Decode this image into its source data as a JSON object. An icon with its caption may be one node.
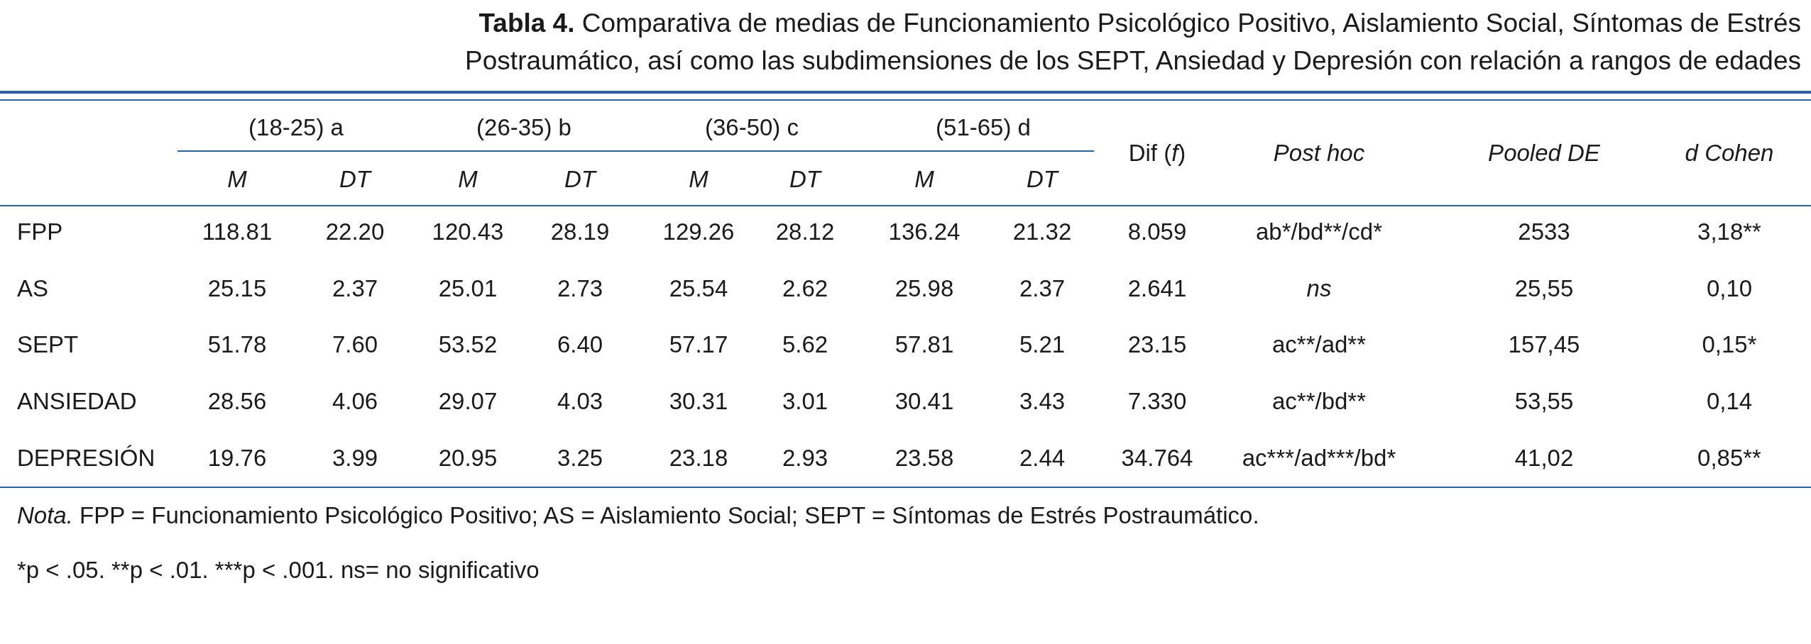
{
  "diagram": {
    "title": "**Tabla 4.** Comparativa de medias de Funcionamiento Psicológico Positivo, Aislamiento Social, Síntomas de Estrés Postraumático, así como las subdimensiones de los SEPT, Ansiedad y Depresión con relación a rangos de edades",
    "labels": [
      "(18-25) a",
      "(26-35) b",
      "(36-50) c",
      "(51-65) d",
      "Dif (*f*)",
      "Post hoc",
      "Pooled DE",
      "d Cohen",
      "M",
      "DT",
      "M",
      "DT",
      "M",
      "DT",
      "M",
      "DT",
      "FPP",
      "118.81",
      "22.20",
      "120.43",
      "28.19",
      "129.26",
      "28.12",
      "136.24",
      "21.32",
      "8.059",
      "ab*/bd**/cd*",
      "2533",
      "3,18**",
      "AS",
      "25.15",
      "2.37",
      "25.01",
      "2.73",
      "25.54",
      "2.62",
      "25.98",
      "2.37",
      "2.641",
      "ns",
      "25,55",
      "0,10",
      "SEPT",
      "51.78",
      "7.60",
      "53.52",
      "6.40",
      "57.17",
      "5.62",
      "57.81",
      "5.21",
      "23.15",
      "ac**/ad**",
      "157,45",
      "0,15*",
      "ANSIEDAD",
      "28.56",
      "4.06",
      "29.07",
      "4.03",
      "30.31",
      "3.01",
      "30.41",
      "3.43",
      "7.330",
      "ac**/bd**",
      "53,55",
      "0,14",
      "DEPRESIÓN",
      "19.76",
      "3.99",
      "20.95",
      "3.25",
      "23.18",
      "2.93",
      "23.58",
      "2.44",
      "34.764",
      "ac***/ad***/bd*",
      "41,02",
      "0,85**",
      "*Nota.* FPP = Funcionamiento Psicológico Positivo; AS = Aislamiento Social; SEPT = Síntomas de Estrés Postraumático.",
      "*p < .05. **p < .01. ***p < .001. ns= no significativo"
    ]
  }
}
